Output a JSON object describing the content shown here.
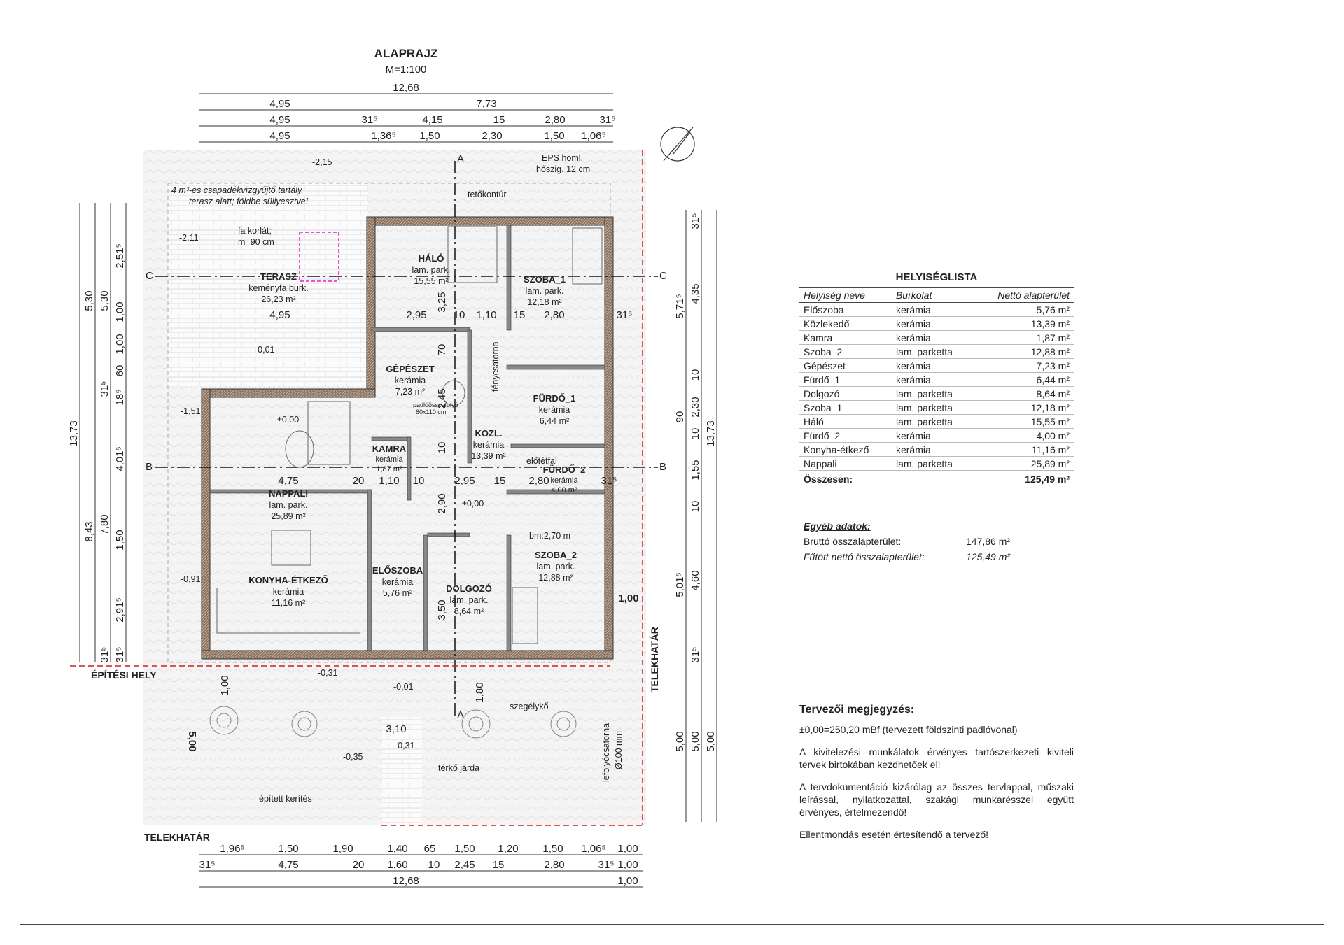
{
  "plan": {
    "title": "ALAPRAJZ",
    "scale": "M=1:100",
    "annotations": {
      "tank": "4 m³-es csapadékvízgyűjtő tartály,",
      "tank2": "terasz alatt; földbe süllyesztve!",
      "railing": "fa korlát;",
      "railing2": "m=90 cm",
      "eps": "EPS homl.",
      "eps2": "hőszig. 12 cm",
      "roof": "tetőkontúr",
      "skylight": "fénycsatorna",
      "curb": "szegélykő",
      "paving": "térkő járda",
      "fence": "épített kerítés",
      "downpipe": "lefolyócsatorna",
      "downpipe2": "Ø100 mm",
      "building_line": "ÉPÍTÉSI HELY",
      "plot_bottom": "TELEKHATÁR",
      "plot_right": "TELEKHATÁR",
      "anteroom": "előtétfal",
      "ceiling": "bm:2,70 m",
      "tile_note": "padlóösszefolyó",
      "tile_note2": "60x110 cm"
    },
    "levels": [
      "-2,15",
      "-2,11",
      "-0,01",
      "-1,51",
      "±0,00",
      "-0,91",
      "-0,31",
      "-0,01",
      "-0,35",
      "-0,31",
      "±0,00"
    ],
    "section_marks": [
      "A",
      "A",
      "B",
      "B",
      "C",
      "C"
    ],
    "dims_top": {
      "row1": [
        "12,68"
      ],
      "row2": [
        "4,95",
        "7,73"
      ],
      "row3": [
        "4,95",
        "31⁵",
        "4,15",
        "15",
        "2,80",
        "31⁵"
      ],
      "row4": [
        "4,95",
        "1,36⁵",
        "1,50",
        "2,30",
        "1,50",
        "1,06⁵"
      ]
    },
    "dims_bottom": {
      "row1": [
        "1,96⁵",
        "1,50",
        "1,90",
        "1,40",
        "65",
        "1,50",
        "1,20",
        "1,50",
        "1,06⁵",
        "1,00"
      ],
      "row2": [
        "31⁵",
        "4,75",
        "20",
        "1,60",
        "10",
        "2,45",
        "15",
        "2,80",
        "31⁵",
        "1,00"
      ],
      "row3": [
        "12,68",
        "1,00"
      ]
    },
    "dims_left": {
      "outer": "13,73",
      "mid": [
        "5,30",
        "8,43"
      ],
      "inner": [
        "5,30",
        "31⁵",
        "7,80",
        "31⁵"
      ],
      "inner2": [
        "2,51⁵",
        "1,00",
        "1,00",
        "60",
        "18⁵",
        "4,01⁵",
        "1,50",
        "2,91⁵",
        "31⁵"
      ]
    },
    "dims_right": {
      "outer": "13,73",
      "mid": [
        "5,71⁵",
        "90",
        "5,01⁵"
      ],
      "inner": [
        "31⁵",
        "4,35",
        "10",
        "2,30",
        "10",
        "1,55",
        "10",
        "4,60",
        "31⁵"
      ],
      "extra": [
        "5,00",
        "5,00",
        "5,00"
      ]
    },
    "rooms": [
      {
        "name": "TERASZ",
        "finish": "keményfa burk.",
        "area": "26,23 m²"
      },
      {
        "name": "HÁLÓ",
        "finish": "lam. park.",
        "area": "15,55 m²"
      },
      {
        "name": "SZOBA_1",
        "finish": "lam. park.",
        "area": "12,18 m²"
      },
      {
        "name": "GÉPÉSZET",
        "finish": "kerámia",
        "area": "7,23 m²"
      },
      {
        "name": "FÜRDŐ_1",
        "finish": "kerámia",
        "area": "6,44 m²"
      },
      {
        "name": "KÖZL.",
        "finish": "kerámia",
        "area": "13,39 m²"
      },
      {
        "name": "KAMRA",
        "finish": "kerámia",
        "area": "1,87 m²"
      },
      {
        "name": "FÜRDŐ_2",
        "finish": "kerámia",
        "area": "4,00 m²"
      },
      {
        "name": "NAPPALI",
        "finish": "lam. park.",
        "area": "25,89 m²"
      },
      {
        "name": "KONYHA-ÉTKEZŐ",
        "finish": "kerámia",
        "area": "11,16 m²"
      },
      {
        "name": "ELŐSZOBA",
        "finish": "kerámia",
        "area": "5,76 m²"
      },
      {
        "name": "DOLGOZÓ",
        "finish": "lam. park.",
        "area": "8,64 m²"
      },
      {
        "name": "SZOBA_2",
        "finish": "lam. park.",
        "area": "12,88 m²"
      }
    ],
    "inner_dims": [
      "4,95",
      "2,95",
      "10",
      "1,10",
      "15",
      "2,80",
      "31⁵",
      "4,75",
      "20",
      "1,10",
      "10",
      "2,95",
      "15",
      "2,80",
      "31⁵",
      "3,25",
      "70",
      "2,45",
      "10",
      "2,90",
      "3,50",
      "1,80",
      "3,10",
      "1,00",
      "1,00",
      "5,00"
    ]
  },
  "room_list": {
    "title": "HELYISÉGLISTA",
    "headers": [
      "Helyiség neve",
      "Burkolat",
      "Nettó alapterület"
    ],
    "rows": [
      [
        "Előszoba",
        "kerámia",
        "5,76 m²"
      ],
      [
        "Közlekedő",
        "kerámia",
        "13,39 m²"
      ],
      [
        "Kamra",
        "kerámia",
        "1,87 m²"
      ],
      [
        "Szoba_2",
        "lam. parketta",
        "12,88 m²"
      ],
      [
        "Gépészet",
        "kerámia",
        "7,23 m²"
      ],
      [
        "Fürdő_1",
        "kerámia",
        "6,44 m²"
      ],
      [
        "Dolgozó",
        "lam. parketta",
        "8,64 m²"
      ],
      [
        "Szoba_1",
        "lam. parketta",
        "12,18 m²"
      ],
      [
        "Háló",
        "lam. parketta",
        "15,55 m²"
      ],
      [
        "Fürdő_2",
        "kerámia",
        "4,00 m²"
      ],
      [
        "Konyha-étkező",
        "kerámia",
        "11,16 m²"
      ],
      [
        "Nappali",
        "lam. parketta",
        "25,89 m²"
      ]
    ],
    "total_label": "Összesen:",
    "total_value": "125,49 m²"
  },
  "other_data": {
    "title": "Egyéb adatok:",
    "gross_label": "Bruttó összalapterület:",
    "gross_value": "147,86 m²",
    "heated_label": "Fűtött nettó összalapterület:",
    "heated_value": "125,49 m²"
  },
  "notes": {
    "title": "Tervezői megjegyzés:",
    "p1": "±0,00=250,20 mBf  (tervezett földszinti padlóvonal)",
    "p2": "A kivitelezési munkálatok érvényes tartószerkezeti kiviteli tervek birtokában kezdhetőek el!",
    "p3": "A tervdokumentáció kizárólag az összes tervlappal, műszaki leírással, nyilatkozattal, szakági munkarésszel együtt érvényes, értelmezendő!",
    "p4": "Ellentmondás esetén értesítendő a tervező!"
  },
  "colors": {
    "wall": "#8a7160",
    "line": "#333333",
    "red": "#d21d1d",
    "magenta": "#e020c8",
    "hatch": "#efefef"
  }
}
